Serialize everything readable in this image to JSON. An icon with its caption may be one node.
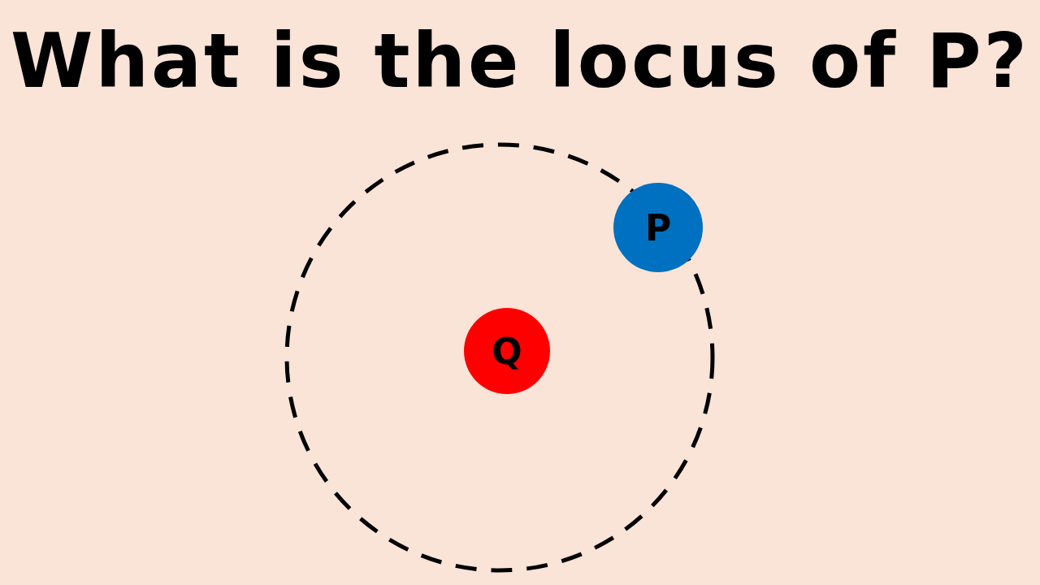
{
  "diagram": {
    "title": "What is the locus of P?",
    "nodes": [
      {
        "text": [
          "P"
        ]
      },
      {
        "text": [
          "Q"
        ]
      }
    ]
  }
}
